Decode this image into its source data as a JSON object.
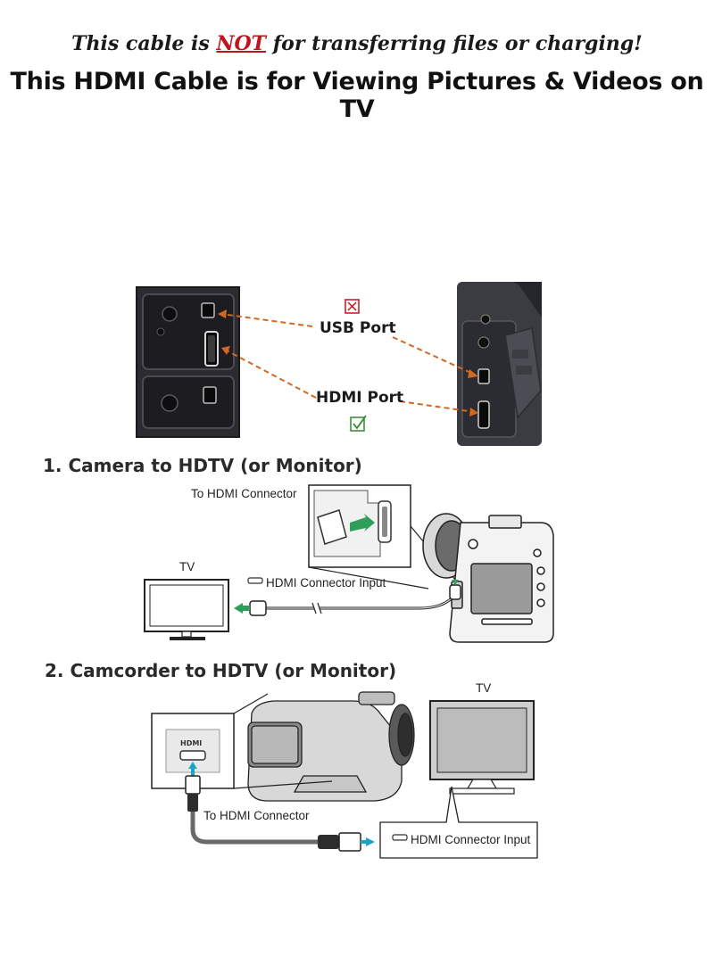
{
  "header": {
    "notice_prefix": "This cable is ",
    "notice_emphasis": "NOT",
    "notice_suffix": " for transferring files or charging!",
    "title": "This HDMI Cable is for Viewing Pictures & Videos on TV"
  },
  "ports": {
    "usb_label": "USB Port",
    "usb_status": "not-supported",
    "usb_status_icon": "x-box-icon",
    "hdmi_label": "HDMI Port",
    "hdmi_status": "supported",
    "hdmi_status_icon": "check-box-icon",
    "status_colors": {
      "not_supported": "#c0141c",
      "supported": "#2e8b2e"
    },
    "arrow_color": "#d2691e"
  },
  "section1": {
    "title": "1. Camera to HDTV (or Monitor)",
    "to_connector": "To HDMI Connector",
    "tv": "TV",
    "input_label": "HDMI Connector Input",
    "arrow_color": "#2e9e5a"
  },
  "section2": {
    "title": "2. Camcorder to HDTV (or Monitor)",
    "tv": "TV",
    "port_marking": "HDMI",
    "to_connector": "To HDMI Connector",
    "input_label": "HDMI Connector Input",
    "arrow_color": "#1ba3c6"
  }
}
